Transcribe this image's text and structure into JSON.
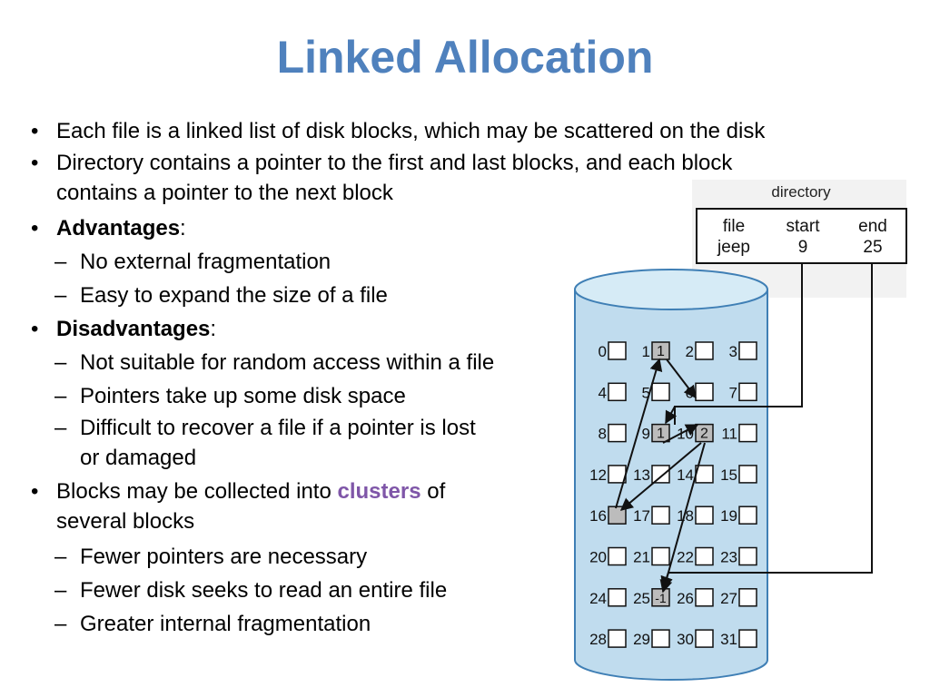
{
  "title": "Linked Allocation",
  "colors": {
    "title": "#4f81bd",
    "accent": "#7f56a8",
    "cylinder_fill": "#c0dcee",
    "cylinder_top": "#d6ebf6",
    "cylinder_stroke": "#3f7fb5",
    "used_block": "#bcbcbc"
  },
  "bullets": {
    "b1": "Each file is a linked list of disk blocks, which may be scattered on the disk",
    "b2_line1": "Directory contains a pointer to the first and last blocks, and each block",
    "b2_line2": "contains a pointer to the next block",
    "adv_label": "Advantages",
    "adv_colon": ":",
    "adv1": "No external fragmentation",
    "adv2": "Easy to expand the size of a file",
    "dis_label": "Disadvantages",
    "dis_colon": ":",
    "dis1": "Not suitable for random access within a file",
    "dis2": "Pointers take up some disk space",
    "dis3_line1": "Difficult to recover a file if a pointer is lost",
    "dis3_line2": "or damaged",
    "clu_pre": "Blocks may be collected into ",
    "clu_kw": "clusters",
    "clu_post": " of",
    "clu_line2": "several blocks",
    "clu1": "Fewer pointers are necessary",
    "clu2": "Fewer disk seeks to read an entire file",
    "clu3": "Greater internal fragmentation"
  },
  "directory": {
    "caption": "directory",
    "headers": [
      "file",
      "start",
      "end"
    ],
    "entry": [
      "jeep",
      "9",
      "25"
    ]
  },
  "disk": {
    "blocks": [
      {
        "n": "0"
      },
      {
        "n": "1",
        "content": "1",
        "used": true
      },
      {
        "n": "2"
      },
      {
        "n": "3"
      },
      {
        "n": "4"
      },
      {
        "n": "5"
      },
      {
        "n": "6"
      },
      {
        "n": "7"
      },
      {
        "n": "8"
      },
      {
        "n": "9",
        "content": "1",
        "used": true
      },
      {
        "n": "10",
        "content": "2",
        "used": true
      },
      {
        "n": "11"
      },
      {
        "n": "12"
      },
      {
        "n": "13"
      },
      {
        "n": "14"
      },
      {
        "n": "15"
      },
      {
        "n": "16",
        "used": true
      },
      {
        "n": "17"
      },
      {
        "n": "18"
      },
      {
        "n": "19"
      },
      {
        "n": "20"
      },
      {
        "n": "21"
      },
      {
        "n": "22"
      },
      {
        "n": "23"
      },
      {
        "n": "24"
      },
      {
        "n": "25",
        "content": "-1",
        "used": true
      },
      {
        "n": "26"
      },
      {
        "n": "27"
      },
      {
        "n": "28"
      },
      {
        "n": "29"
      },
      {
        "n": "30"
      },
      {
        "n": "31"
      }
    ]
  }
}
